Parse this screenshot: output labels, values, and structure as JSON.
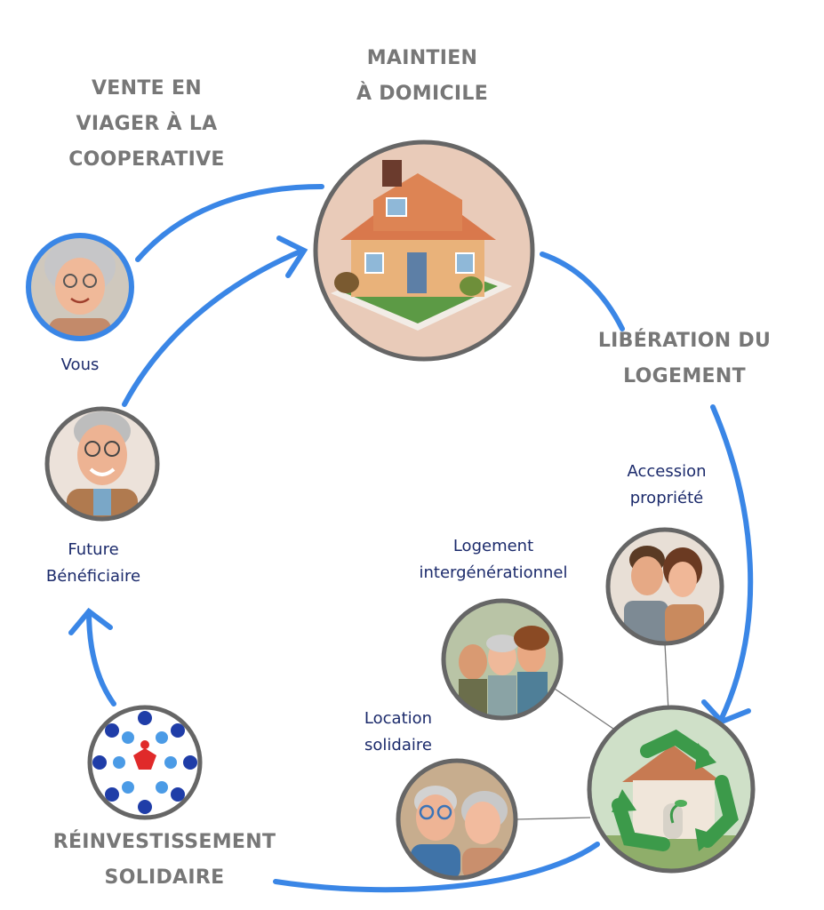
{
  "headings": {
    "vente": [
      "VENTE EN",
      "VIAGER À LA",
      "COOPERATIVE"
    ],
    "maintien": [
      "MAINTIEN",
      "À DOMICILE"
    ],
    "liberation": [
      "LIBÉRATION DU",
      "LOGEMENT"
    ],
    "reinvest": [
      "RÉINVESTISSEMENT",
      "SOLIDAIRE"
    ]
  },
  "labels": {
    "vous": [
      "Vous"
    ],
    "future": [
      "Future",
      "Bénéficiaire"
    ],
    "accession": [
      "Accession",
      "propriété"
    ],
    "intergen": [
      "Logement",
      "intergénérationnel"
    ],
    "location": [
      "Location",
      "solidaire"
    ]
  },
  "colors": {
    "arrow": "#3a86e6",
    "heading": "#777777",
    "label": "#1b2a6b",
    "circle_border": "#666666",
    "vous_border": "#3a86e6"
  },
  "icons": {
    "house": "house-illustration",
    "grandmother": "elderly-woman-avatar",
    "grandfather": "elderly-man-avatar",
    "couple": "young-couple-avatar",
    "family": "intergenerational-family-avatar",
    "old_couple": "elderly-couple-avatar",
    "recycle": "recycle-house-illustration",
    "logo": "solidarity-circle-logo"
  }
}
